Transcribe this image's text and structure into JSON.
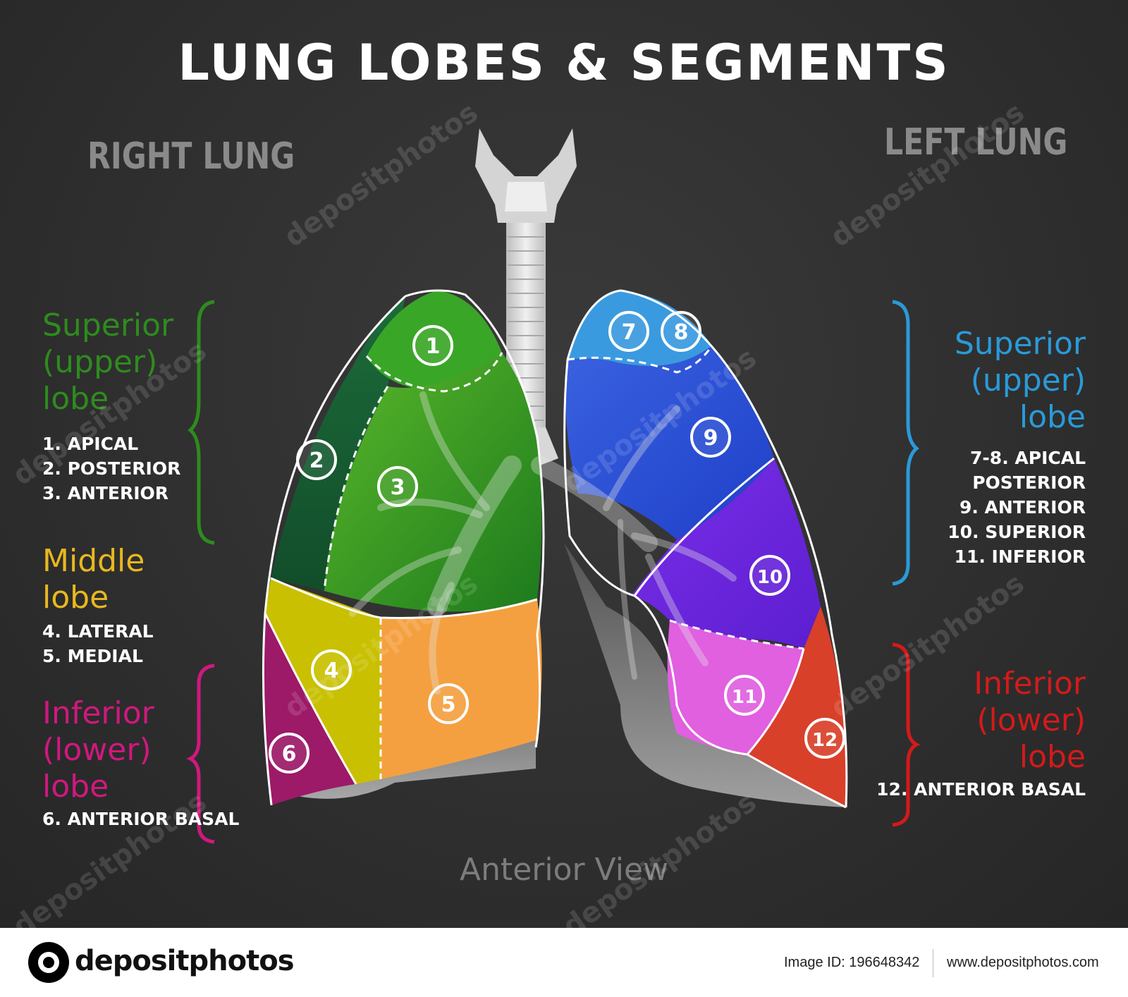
{
  "title": "LUNG LOBES & SEGMENTS",
  "right_lung": {
    "heading": "RIGHT LUNG",
    "lobes": [
      {
        "name": "Superior\n(upper)\nlobe",
        "color": "#2e8b1e",
        "segments": [
          "1. APICAL",
          "2. POSTERIOR",
          "3. ANTERIOR"
        ]
      },
      {
        "name": "Middle\nlobe",
        "color": "#e8b81e",
        "segments": [
          "4. LATERAL",
          "5. MEDIAL"
        ]
      },
      {
        "name": "Inferior\n(lower)\nlobe",
        "color": "#d0187e",
        "segments": [
          "6. ANTERIOR BASAL"
        ]
      }
    ]
  },
  "left_lung": {
    "heading": "LEFT LUNG",
    "lobes": [
      {
        "name": "Superior\n(upper)\nlobe",
        "color": "#2a9ad8",
        "segments": [
          "7-8. APICAL",
          "POSTERIOR",
          "9. ANTERIOR",
          "10. SUPERIOR",
          "11. INFERIOR"
        ]
      },
      {
        "name": "Inferior\n(lower)\nlobe",
        "color": "#d41a1a",
        "segments": [
          "12. ANTERIOR BASAL"
        ]
      }
    ]
  },
  "segment_numbers": [
    "1",
    "2",
    "3",
    "4",
    "5",
    "6",
    "7",
    "8",
    "9",
    "10",
    "11",
    "12"
  ],
  "view_label": "Anterior View",
  "watermark": "depositphotos",
  "footer": {
    "logo_text": "depositphotos",
    "image_id": "Image ID: 196648342",
    "url": "www.depositphotos.com"
  }
}
